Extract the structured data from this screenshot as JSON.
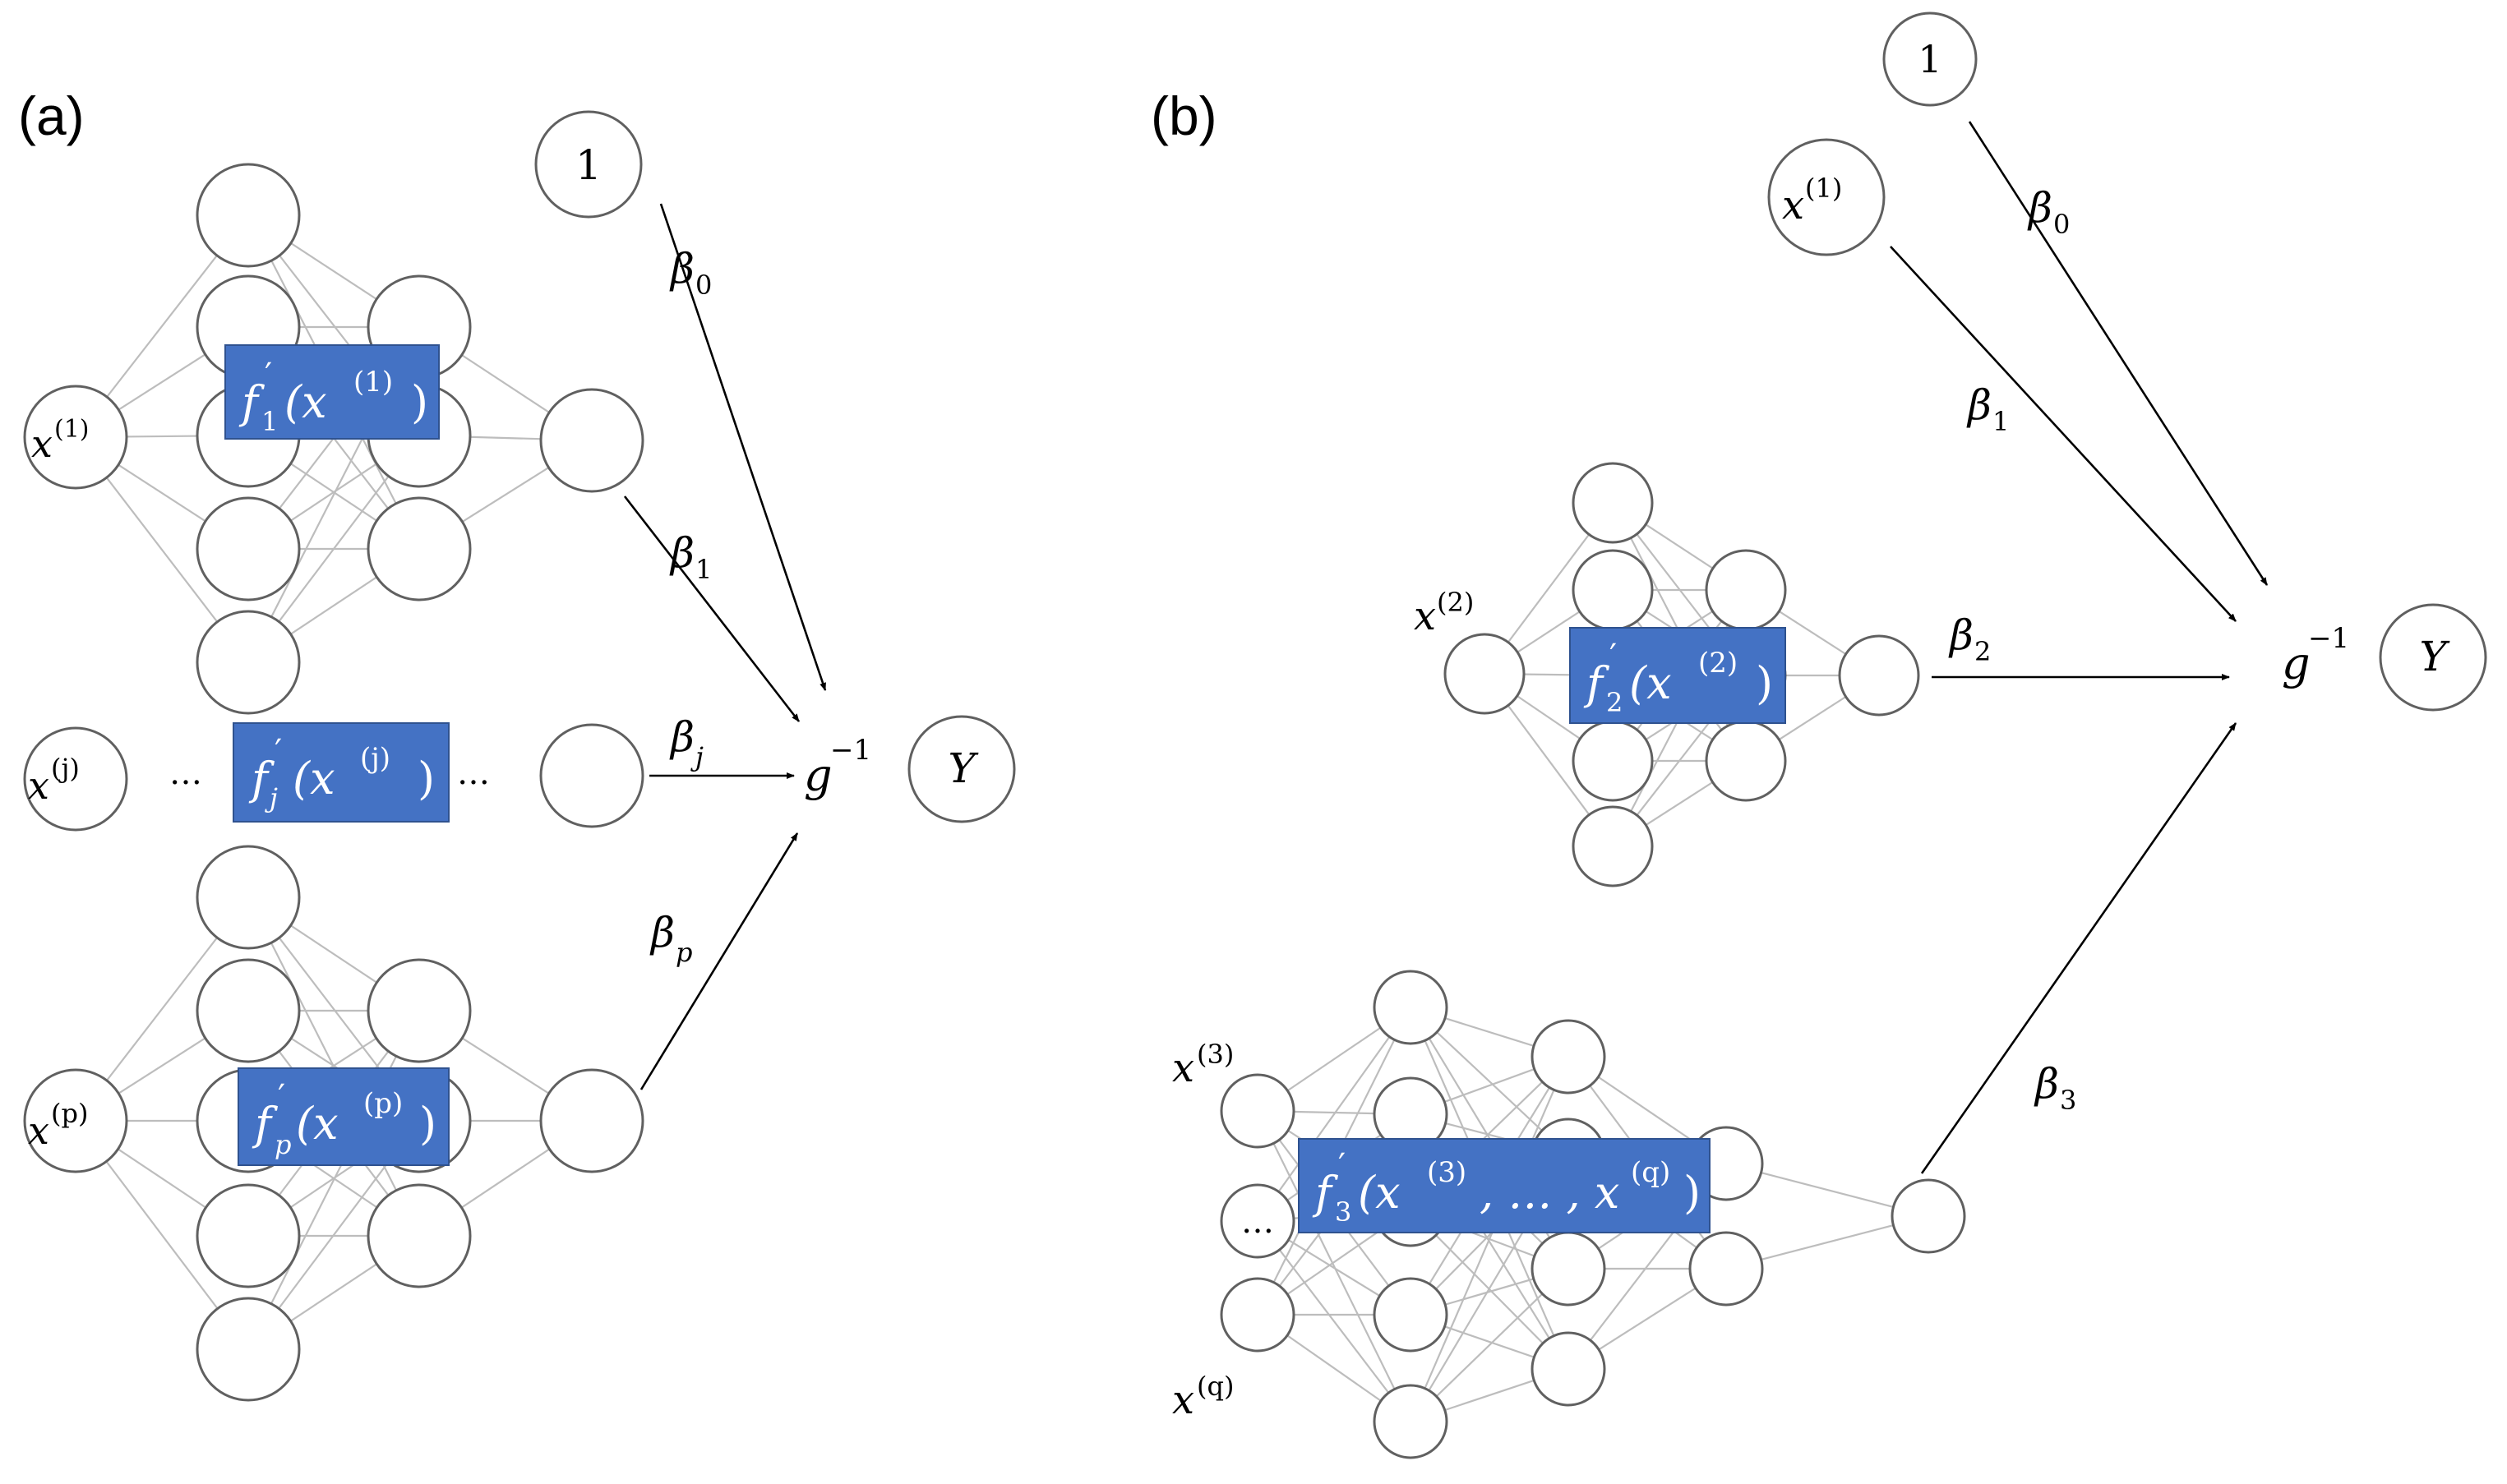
{
  "panel_a": {
    "label": "(a)",
    "intercept": "1",
    "x1": {
      "base": "x",
      "sup": "(1)"
    },
    "xj": {
      "base": "x",
      "sup": "(j)"
    },
    "xp": {
      "base": "x",
      "sup": "(p)"
    },
    "f1": {
      "base": "f",
      "prime": "′",
      "sub": "1",
      "open": "(x",
      "sup": "(1)",
      "close": ")"
    },
    "fj": {
      "base": "f",
      "prime": "′",
      "sub": "j",
      "open": "(x",
      "sup": "(j)",
      "close": ")"
    },
    "fp": {
      "base": "f",
      "prime": "′",
      "sub": "p",
      "open": "(x",
      "sup": "(p)",
      "close": ")"
    },
    "ellipsis": "…",
    "beta0": {
      "base": "β",
      "sub": "0"
    },
    "beta1": {
      "base": "β",
      "sub": "1"
    },
    "betaj": {
      "base": "β",
      "sub": "j"
    },
    "betap": {
      "base": "β",
      "sub": "p"
    },
    "link": {
      "base": "g",
      "sup": "−1"
    },
    "output": "Y"
  },
  "panel_b": {
    "label": "(b)",
    "intercept": "1",
    "x1": {
      "base": "x",
      "sup": "(1)"
    },
    "x2": {
      "base": "x",
      "sup": "(2)"
    },
    "x3": {
      "base": "x",
      "sup": "(3)"
    },
    "xq": {
      "base": "x",
      "sup": "(q)"
    },
    "ellipsis": "…",
    "f2": {
      "base": "f",
      "prime": "′",
      "sub": "2",
      "open": "(x",
      "sup": "(2)",
      "close": ")"
    },
    "f3": {
      "base": "f",
      "prime": "′",
      "sub": "3",
      "open": "(x",
      "sup": "(3)",
      "mid": ", … , x",
      "sup2": "(q)",
      "close": ")"
    },
    "beta0": {
      "base": "β",
      "sub": "0"
    },
    "beta1": {
      "base": "β",
      "sub": "1"
    },
    "beta2": {
      "base": "β",
      "sub": "2"
    },
    "beta3": {
      "base": "β",
      "sub": "3"
    },
    "link": {
      "base": "g",
      "sup": "−1"
    },
    "output": "Y"
  },
  "colors": {
    "box_fill": "#4472c4",
    "node_stroke": "#606060",
    "edge": "#bdbdbd",
    "arrow": "#000000"
  }
}
